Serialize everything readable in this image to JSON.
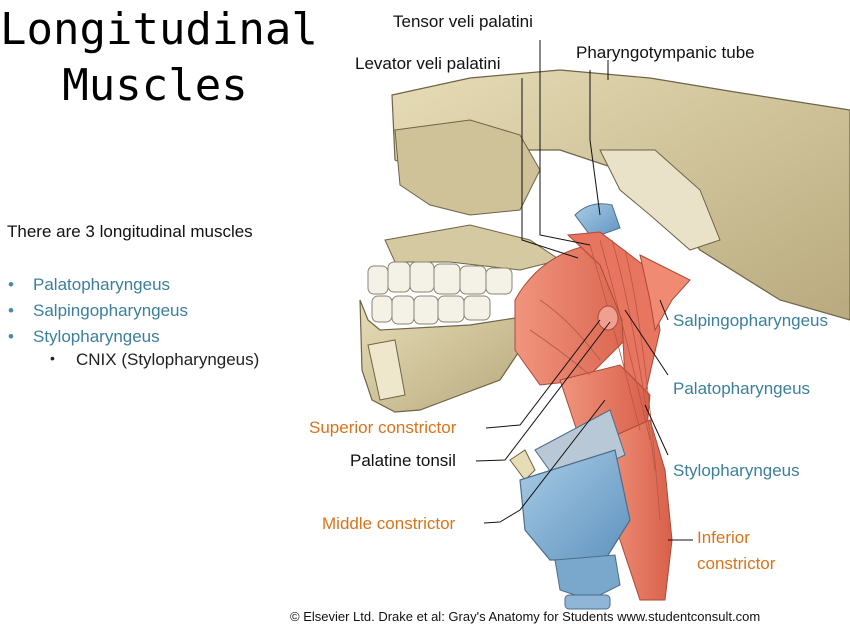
{
  "title": {
    "line1": "Longitudinal",
    "line2": "Muscles"
  },
  "intro": "There are 3 longitudinal muscles",
  "muscles": [
    "Palatopharyngeus",
    "Salpingopharyngeus",
    "Stylopharyngeus"
  ],
  "sub_item": "CNIX (Stylopharyngeus)",
  "labels": {
    "tensor": "Tensor veli palatini",
    "levator": "Levator veli palatini",
    "pharyngotympanic": "Pharyngotympanic tube",
    "salpingo": "Salpingopharyngeus",
    "palato": "Palatopharyngeus",
    "stylo": "Stylopharyngeus",
    "superior": "Superior constrictor",
    "tonsil": "Palatine tonsil",
    "middle": "Middle constrictor",
    "inferior_1": "Inferior",
    "inferior_2": "constrictor"
  },
  "credit": "© Elsevier Ltd. Drake et al: Gray's Anatomy for Students www.studentconsult.com",
  "colors": {
    "teal": "#3b7f9c",
    "orange": "#d8741c",
    "muscle": "#e8806a",
    "bone": "#d8cba0",
    "cartilage": "#8fb6d6"
  }
}
